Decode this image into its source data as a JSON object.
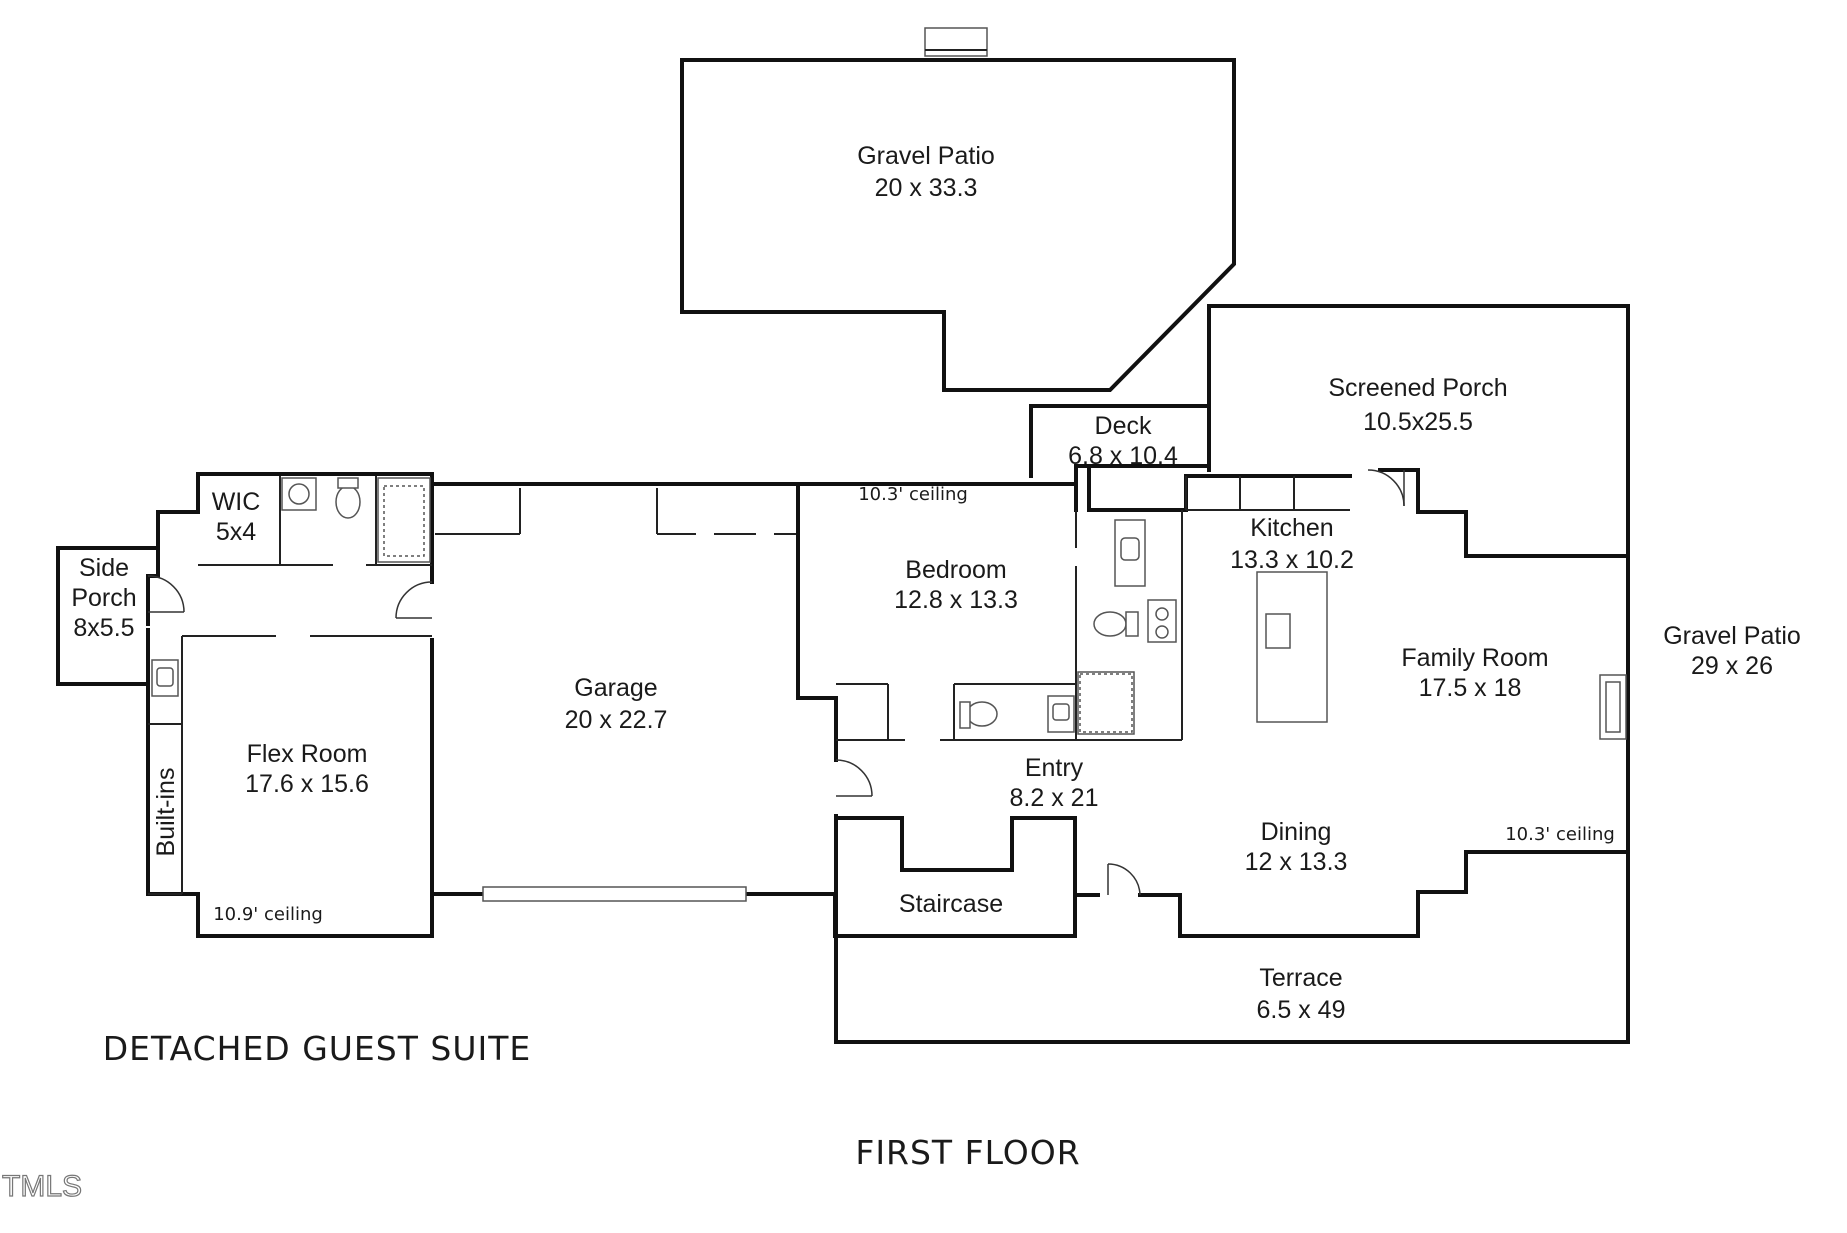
{
  "rooms": {
    "gravel_patio_top": {
      "name": "Gravel Patio",
      "size": "20 x 33.3"
    },
    "screened_porch": {
      "name": "Screened Porch",
      "size": "10.5x25.5"
    },
    "deck": {
      "name": "Deck",
      "size": "6.8 x 10.4"
    },
    "wic": {
      "name": "WIC",
      "size": "5x4"
    },
    "side_porch": {
      "line1": "Side",
      "line2": "Porch",
      "size": "8x5.5"
    },
    "bedroom": {
      "name": "Bedroom",
      "size": "12.8 x 13.3"
    },
    "kitchen": {
      "name": "Kitchen",
      "size": "13.3 x 10.2"
    },
    "family_room": {
      "name": "Family Room",
      "size": "17.5 x 18"
    },
    "gravel_patio_right": {
      "name": "Gravel Patio",
      "size": "29 x 26"
    },
    "garage": {
      "name": "Garage",
      "size": "20 x 22.7"
    },
    "flex_room": {
      "name": "Flex Room",
      "size": "17.6 x 15.6"
    },
    "built_ins": {
      "name": "Built-ins"
    },
    "entry": {
      "name": "Entry",
      "size": "8.2 x 21"
    },
    "dining": {
      "name": "Dining",
      "size": "12 x 13.3"
    },
    "staircase": {
      "name": "Staircase"
    },
    "terrace": {
      "name": "Terrace",
      "size": "6.5 x 49"
    }
  },
  "ceilings": {
    "bedroom": "10.3' ceiling",
    "family": "10.3' ceiling",
    "flex": "10.9' ceiling"
  },
  "captions": {
    "guest_suite": "DETACHED GUEST SUITE",
    "floor": "FIRST FLOOR"
  },
  "logo": "TMLS"
}
